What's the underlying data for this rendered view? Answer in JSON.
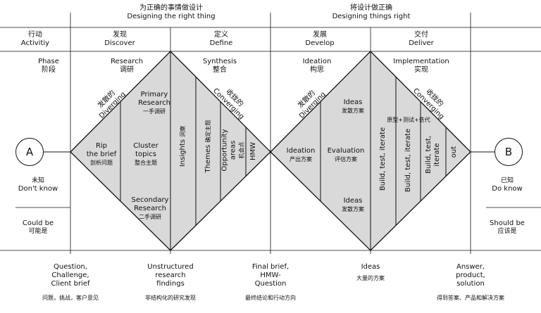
{
  "headers": {
    "left": {
      "cn": "为正确的事情做设计",
      "en": "Designing the right thing"
    },
    "right": {
      "cn": "将设计做正确",
      "en": "Designing things right"
    }
  },
  "columns": {
    "activity": {
      "cn": "行动",
      "en": "Activitiy"
    },
    "discover": {
      "cn": "发现",
      "en": "Discover"
    },
    "define": {
      "cn": "定义",
      "en": "Define"
    },
    "develop": {
      "cn": "发展",
      "en": "Develop"
    },
    "deliver": {
      "cn": "交付",
      "en": "Deliver"
    }
  },
  "phase": {
    "en": "Phase",
    "cn": "阶段"
  },
  "stages": {
    "research": {
      "en": "Research",
      "cn": "调研"
    },
    "synthesis": {
      "en": "Synthesis",
      "cn": "整合"
    },
    "ideation": {
      "en": "Ideation",
      "cn": "构思"
    },
    "implementation": {
      "en": "Implementation",
      "cn": "实现"
    }
  },
  "diverging_left": {
    "cn": "发散的",
    "en": "Diverging"
  },
  "converging_left": {
    "cn": "收拢的",
    "en": "Converging"
  },
  "diverging_right": {
    "cn": "发散的",
    "en": "Diverging"
  },
  "converging_right": {
    "cn": "收拢的",
    "en": "Converging"
  },
  "diamond1": {
    "rip": {
      "en1": "Rip",
      "en2": "the brief",
      "cn": "剖析问题"
    },
    "cluster": {
      "en1": "Cluster",
      "en2": "topics",
      "cn": "整合主题"
    },
    "primary": {
      "en1": "Primary",
      "en2": "Research",
      "cn": "一手调研"
    },
    "secondary": {
      "en1": "Secondary",
      "en2": "Research",
      "cn": "二手调研"
    },
    "insights": {
      "en": "Insights",
      "cn": "洞察"
    },
    "themes": {
      "en": "Themes",
      "cn": "确定主题"
    },
    "opportunity": {
      "en1": "Opportunity",
      "en2": "areas",
      "cn": "机会点"
    },
    "hmw": {
      "en": "HMW"
    }
  },
  "diamond2": {
    "ideation": {
      "en": "Ideation",
      "cn": "产出方案"
    },
    "evaluation": {
      "en": "Evaluation",
      "cn": "评估方案"
    },
    "ideas_top": {
      "en": "Ideas",
      "cn": "发散方案"
    },
    "ideas_bottom": {
      "en": "Ideas",
      "cn": "发散方案"
    },
    "build1": {
      "en": "Build, test, iterate"
    },
    "build2": {
      "en": "Build, test, iterate"
    },
    "build3": {
      "en1": "Build, test,",
      "en2": "iterate"
    },
    "out": {
      "en": "out"
    },
    "prototype": {
      "cn": "原型+测试+迭代"
    }
  },
  "circle_a": "A",
  "circle_b": "B",
  "unknown": {
    "cn": "未知",
    "en": "Don't know"
  },
  "could_be": {
    "en": "Could be",
    "cn": "可能是"
  },
  "known": {
    "cn": "已知",
    "en": "Do know"
  },
  "should_be": {
    "en": "Should be",
    "cn": "应该是"
  },
  "bottom": {
    "question": {
      "l1": "Question,",
      "l2": "Challenge,",
      "l3": "Client brief",
      "cn": "问题，挑战，客户意见"
    },
    "unstructured": {
      "l1": "Unstructured",
      "l2": "research",
      "l3": "findings",
      "cn": "非结构化的研究发现"
    },
    "final": {
      "l1": "Final brief,",
      "l2": "HMW-",
      "l3": "Question",
      "cn": "最终结论和行动方向"
    },
    "ideas": {
      "l1": "Ideas",
      "cn": "大量的方案"
    },
    "answer": {
      "l1": "Answer,",
      "l2": "product,",
      "l3": "solution",
      "cn": "得到答案、产品和解决方案"
    }
  },
  "colors": {
    "fill": "#d9d9d9",
    "stroke": "#111111"
  }
}
